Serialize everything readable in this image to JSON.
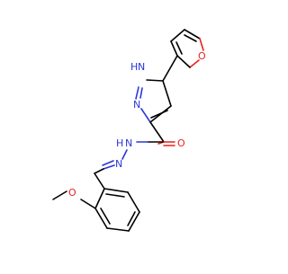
{
  "molecule": {
    "atom_labels": {
      "furan_o": "O",
      "pyrazole_nh_h": "H",
      "pyrazole_nh_n": "N",
      "pyrazole_n2": "N",
      "carbonyl_o": "O",
      "hydrazide_nh_h": "H",
      "hydrazide_nh_n": "N",
      "imine_n": "N",
      "methoxy_o": "O"
    },
    "colors": {
      "carbon": "#000000",
      "nitrogen": "#2a36d6",
      "oxygen": "#e8221c",
      "background": "#ffffff"
    }
  }
}
